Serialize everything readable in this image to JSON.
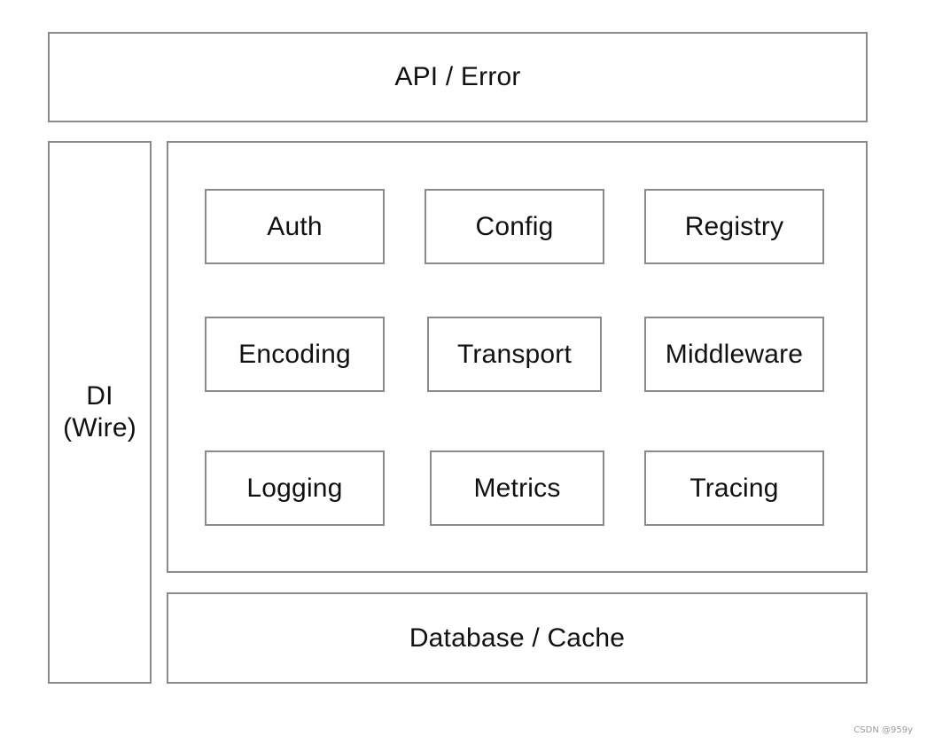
{
  "top_layer": {
    "label": "API / Error"
  },
  "side_layer": {
    "label": "DI\n(Wire)"
  },
  "bottom_layer": {
    "label": "Database / Cache"
  },
  "modules": {
    "auth": "Auth",
    "config": "Config",
    "registry": "Registry",
    "encoding": "Encoding",
    "transport": "Transport",
    "middleware": "Middleware",
    "logging": "Logging",
    "metrics": "Metrics",
    "tracing": "Tracing"
  },
  "watermark": "CSDN @959y"
}
